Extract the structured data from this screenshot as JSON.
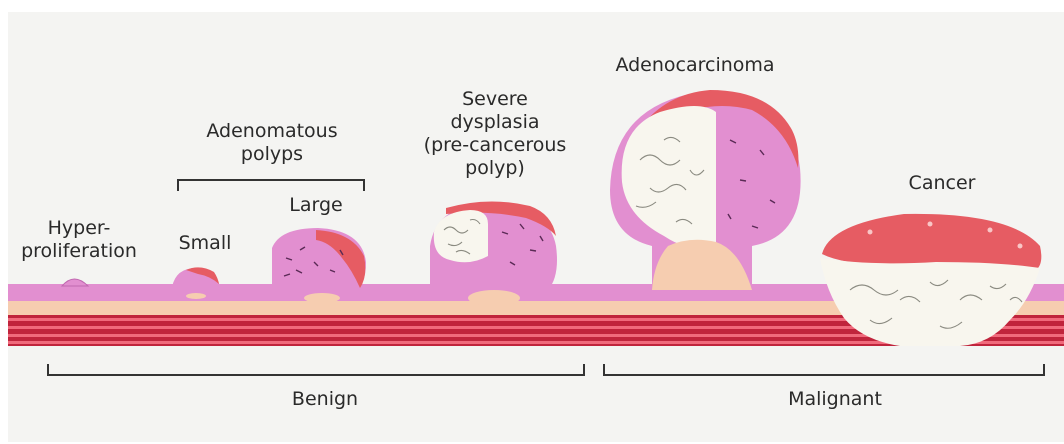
{
  "stages": {
    "hyperproliferation": {
      "lines": [
        "Hyper-",
        "proliferation"
      ]
    },
    "adenomatous_polyps": {
      "lines": [
        "Adenomatous",
        "polyps"
      ]
    },
    "small": "Small",
    "large": "Large",
    "severe_dysplasia": {
      "lines": [
        "Severe",
        "dysplasia",
        "(pre-cancerous",
        "polyp)"
      ]
    },
    "adenocarcinoma": "Adenocarcinoma",
    "cancer": "Cancer"
  },
  "categories": {
    "benign": "Benign",
    "malignant": "Malignant"
  },
  "colors": {
    "background": "#f4f4f2",
    "mucosa": "#e28fd0",
    "submucosa": "#f6cdb0",
    "muscle_dark": "#c0243c",
    "muscle_light": "#f06a7c",
    "tumor_cap": "#e65c63",
    "tumor_white": "#f8f6ee",
    "bracket": "#333333"
  }
}
